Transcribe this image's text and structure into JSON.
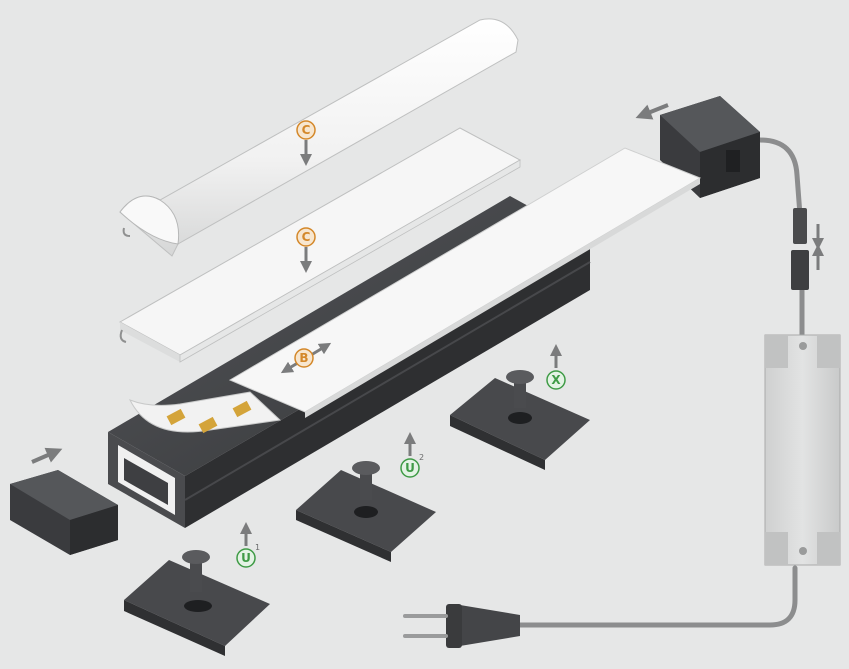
{
  "labels": {
    "cover_round": "C",
    "cover_flat": "C",
    "led_strip": "B",
    "mount_x": "X",
    "mount_u2": "U",
    "mount_u2_sub": "2",
    "mount_u1": "U",
    "mount_u1_sub": "1"
  },
  "colors": {
    "background": "#e6e7e7",
    "profile": "#3d3e40",
    "profile_shade": "#2a2b2d",
    "cover": "#f4f4f4",
    "cover_edge": "#bfc0c0",
    "arrow": "#7b7c7d",
    "badge_orange": "#d4882a",
    "badge_orange_fill": "#f7e6cf",
    "badge_green": "#3f9b46",
    "badge_green_fill": "#e4f3e5",
    "cable": "#8c8d8e",
    "driver": "#dadbdb",
    "led_chip": "#d4a43a"
  },
  "icons": [
    "arrow-down-icon",
    "arrow-double-icon",
    "arrow-up-icon",
    "arrow-left-icon",
    "arrow-right-icon"
  ]
}
